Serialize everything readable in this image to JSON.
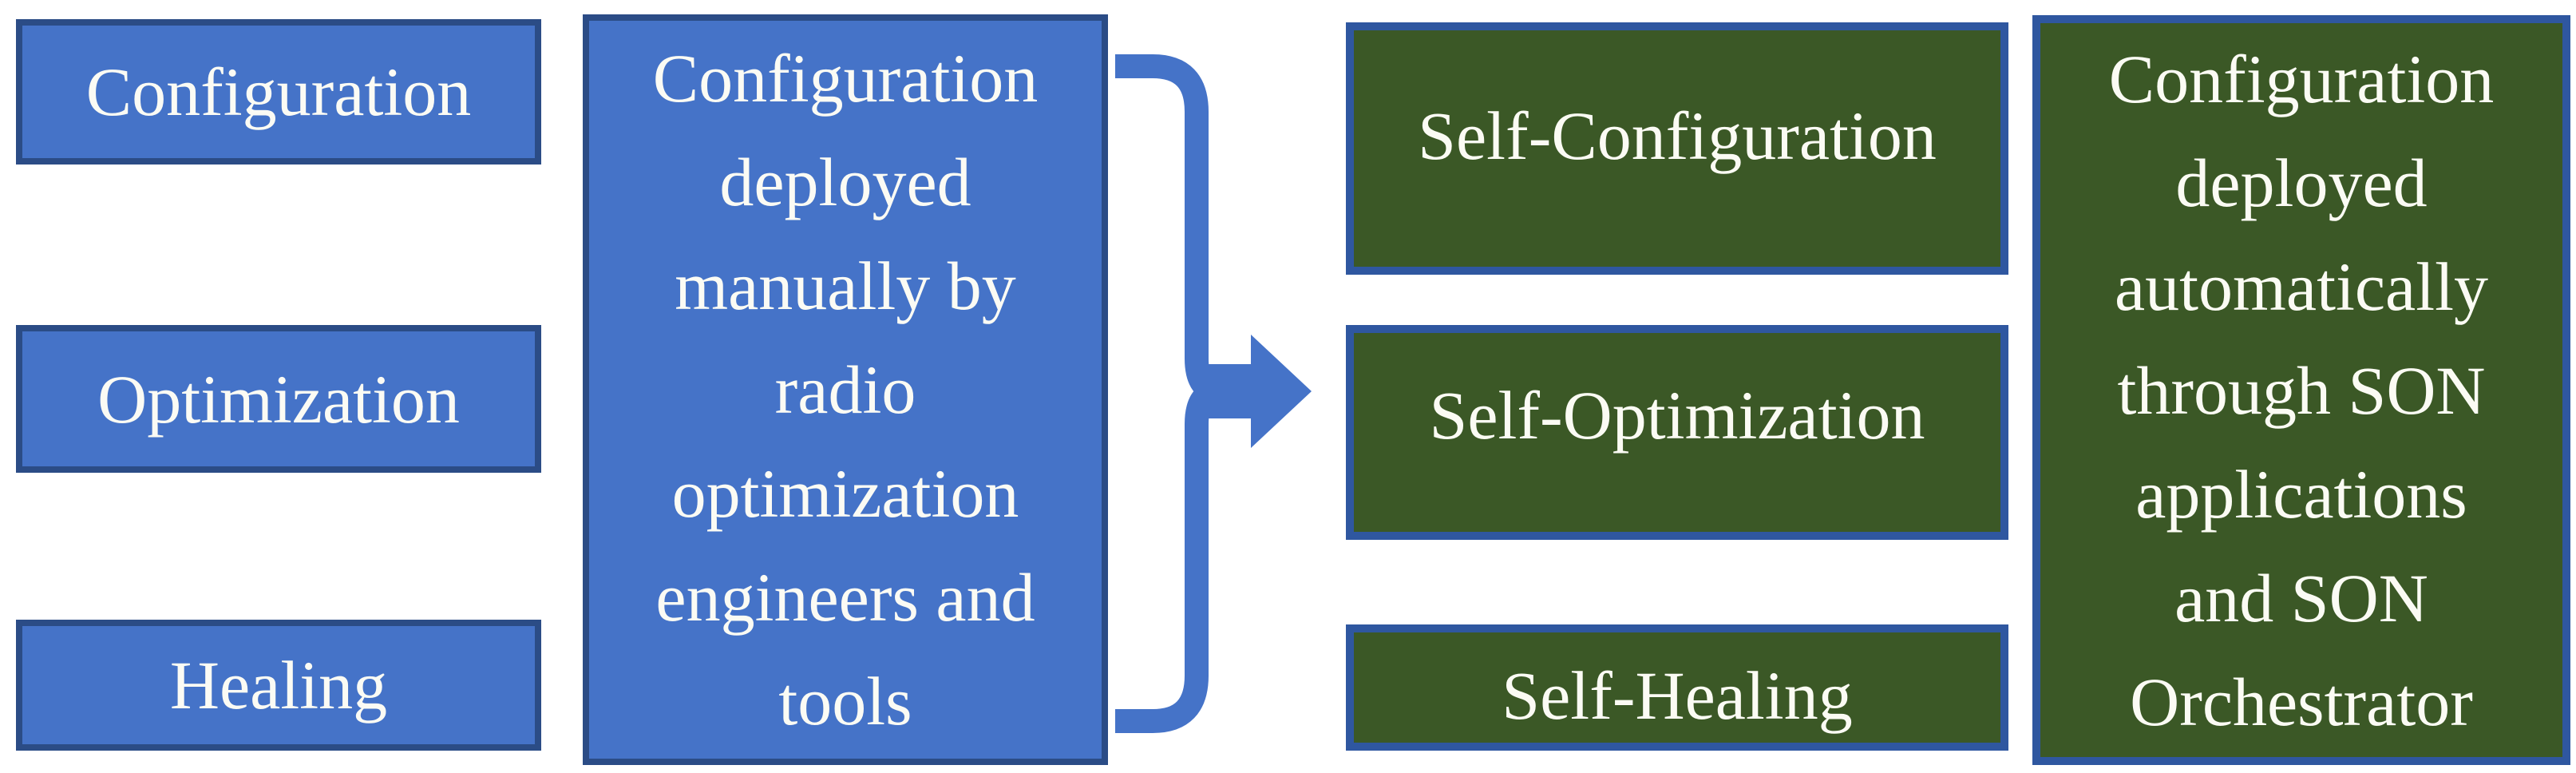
{
  "diagram": {
    "title_hint": "Evolution from manual network management to SON (Self-Organizing Network)",
    "colors": {
      "background": "#ffffff",
      "blue_fill": "#4573c8",
      "blue_border": "#2b4c86",
      "green_fill": "#3b5826",
      "green_border": "#2f57a0",
      "text": "#fbfbf4"
    },
    "manual_group": {
      "functions": [
        "Configuration",
        "Optimization",
        "Healing"
      ],
      "summary_lines": [
        "Configuration",
        "deployed",
        "manually by",
        "radio",
        "optimization",
        "engineers and",
        "tools"
      ],
      "summary_text": "Configuration deployed manually by radio optimization engineers and tools"
    },
    "son_group": {
      "functions": [
        "Self-Configuration",
        "Self-Optimization",
        "Self-Healing"
      ],
      "summary_lines": [
        "Configuration",
        "deployed",
        "automatically",
        "through SON",
        "applications",
        "and SON",
        "Orchestrator"
      ],
      "summary_text": "Configuration deployed automatically through SON applications and SON Orchestrator"
    }
  }
}
